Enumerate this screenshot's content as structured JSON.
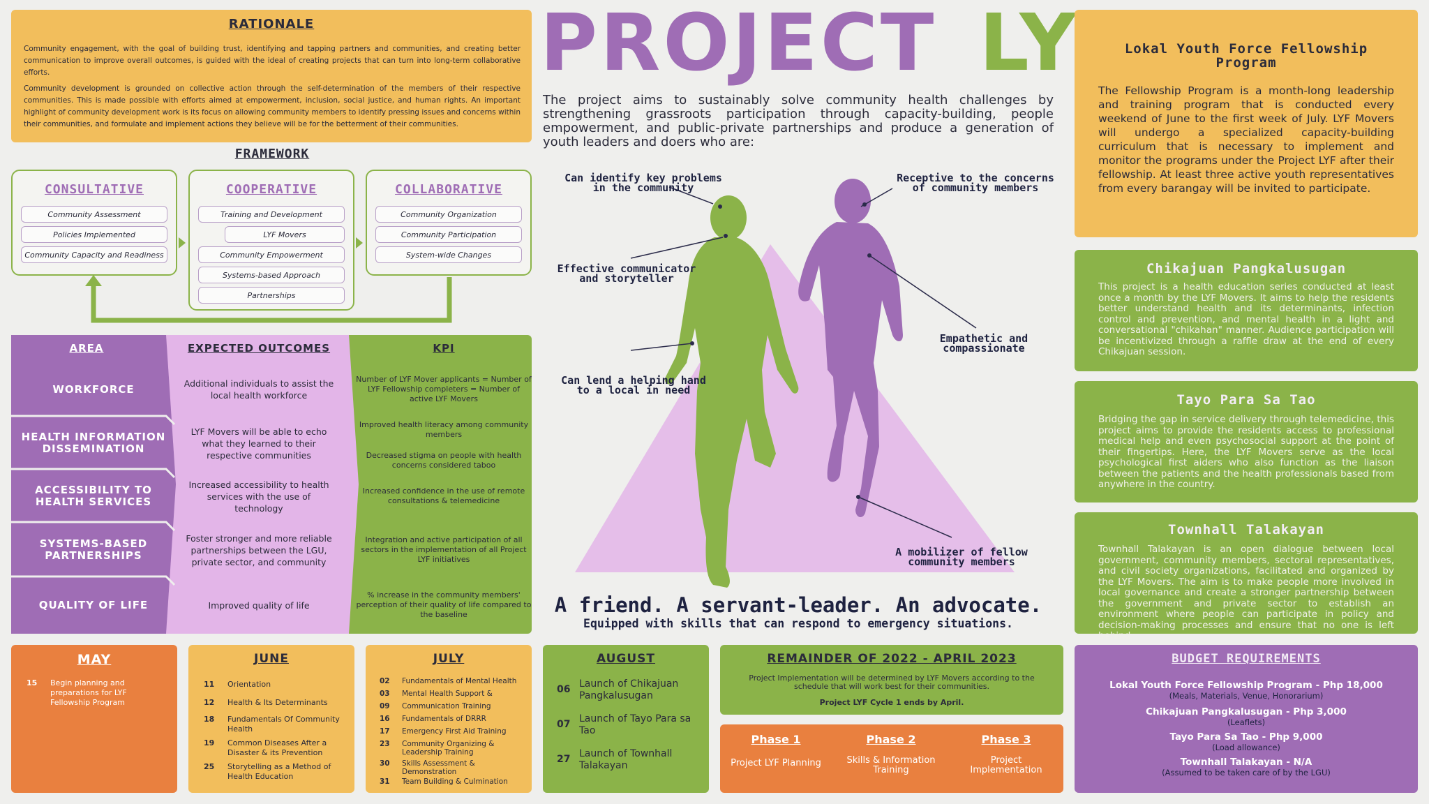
{
  "title": {
    "part1": "PROJECT",
    "part2": "LYF"
  },
  "intro": "The project aims to sustainably solve community health challenges by strengthening grassroots participation through capacity-building, people empowerment, and public-private partnerships and produce a generation of youth leaders and doers who are:",
  "rationale": {
    "title": "RATIONALE",
    "p1": "Community engagement, with the goal of building trust, identifying and tapping partners and communities, and creating better communication to improve overall outcomes, is guided with the ideal of creating projects that can turn into long-term collaborative efforts.",
    "p2": "Community development is grounded on collective action through the self-determination of the members of their respective communities. This is made possible with efforts aimed at empowerment, inclusion, social justice, and human rights. An important highlight of community development work is its focus on allowing community members to identify pressing issues and concerns within their communities, and formulate and implement actions they believe will be for the betterment of their communities."
  },
  "framework": {
    "title": "FRAMEWORK",
    "boxes": [
      {
        "title": "CONSULTATIVE",
        "items": [
          "Community Assessment",
          "Policies Implemented",
          "Community Capacity and Readiness"
        ]
      },
      {
        "title": "COOPERATIVE",
        "items": [
          "Training and Development",
          "LYF Movers",
          "Community Empowerment",
          "Systems-based Approach",
          "Partnerships"
        ]
      },
      {
        "title": "COLLABORATIVE",
        "items": [
          "Community Organization",
          "Community Participation",
          "System-wide Changes"
        ]
      }
    ]
  },
  "table": {
    "headers": [
      "AREA",
      "EXPECTED OUTCOMES",
      "KPI"
    ],
    "rows": [
      {
        "area": "WORKFORCE",
        "outcome": "Additional individuals to assist the local health workforce",
        "kpi": [
          "Number of LYF Mover applicants = Number of LYF Fellowship completers = Number of active LYF Movers"
        ]
      },
      {
        "area": "HEALTH INFORMATION DISSEMINATION",
        "outcome": "LYF Movers will be able to echo what they learned to their respective communities",
        "kpi": [
          "Improved health literacy among community members",
          "Decreased stigma on people with health concerns considered taboo"
        ]
      },
      {
        "area": "ACCESSIBILITY TO HEALTH SERVICES",
        "outcome": "Increased accessibility to health services with the use of technology",
        "kpi": [
          "Increased confidence in the use of remote consultations & telemedicine"
        ]
      },
      {
        "area": "SYSTEMS-BASED PARTNERSHIPS",
        "outcome": "Foster stronger and more reliable partnerships between the LGU, private sector, and community",
        "kpi": [
          "Integration and active participation of all sectors in the implementation of all Project LYF initiatives"
        ]
      },
      {
        "area": "QUALITY OF LIFE",
        "outcome": "Improved quality of life",
        "kpi": [
          "% increase in the community members' perception of their quality of life compared to the baseline"
        ]
      }
    ]
  },
  "traits": {
    "t1": "Can identify key problems in the community",
    "t2": "Effective communicator and storyteller",
    "t3": "Can lend a helping hand to a local in need",
    "t4": "Receptive to the concerns of community members",
    "t5": "Empathetic and compassionate",
    "t6": "A mobilizer of fellow community members"
  },
  "tagline": "A friend. A servant-leader. An advocate.",
  "subtagline": "Equipped with skills that can respond to emergency situations.",
  "programs": {
    "fellowship": {
      "title": "Lokal Youth Force Fellowship Program",
      "text": "The Fellowship Program is a month-long leadership and training program that is conducted every weekend of June to the first week of July. LYF Movers will undergo a specialized capacity-building curriculum that is necessary to implement and monitor the programs under the Project LYF after their fellowship. At least three active youth representatives from every barangay will be invited to participate."
    },
    "chikajuan": {
      "title": "Chikajuan Pangkalusugan",
      "text": "This project is a health education series conducted at least once a month by the LYF Movers. It aims to help the residents better understand health and its determinants, infection control and prevention, and mental health in a light and conversational \"chikahan\" manner. Audience participation will be incentivized through a raffle draw at the end of every Chikajuan session."
    },
    "tayo": {
      "title": "Tayo Para Sa Tao",
      "text": "Bridging the gap in service delivery through telemedicine, this project aims to provide the residents access to professional medical help and even psychosocial support at the point of their fingertips. Here, the LYF Movers serve as the local psychological first aiders who also function as the liaison between the patients and the health professionals based from anywhere in the country."
    },
    "townhall": {
      "title": "Townhall Talakayan",
      "text": "Townhall Talakayan is an open dialogue between local government, community members, sectoral representatives, and civil society organizations, facilitated and organized by the LYF Movers. The aim is to make people more involved in local governance and create a stronger partnership between the government and private sector to establish an environment where people can participate in policy and decision-making processes and ensure that no one is left behind."
    }
  },
  "schedule": {
    "may": {
      "title": "MAY",
      "items": [
        {
          "d": "15",
          "t": "Begin planning and preparations for LYF Fellowship Program"
        }
      ]
    },
    "june": {
      "title": "JUNE",
      "items": [
        {
          "d": "11",
          "t": "Orientation"
        },
        {
          "d": "12",
          "t": "Health & Its Determinants"
        },
        {
          "d": "18",
          "t": "Fundamentals Of Community Health"
        },
        {
          "d": "19",
          "t": "Common Diseases After a Disaster & its Prevention"
        },
        {
          "d": "25",
          "t": "Storytelling as a Method of Health Education"
        }
      ]
    },
    "july": {
      "title": "JULY",
      "items": [
        {
          "d": "02",
          "t": "Fundamentals of Mental Health"
        },
        {
          "d": "03",
          "t": "Mental Health Support &"
        },
        {
          "d": "09",
          "t": "Communication Training"
        },
        {
          "d": "16",
          "t": "Fundamentals of DRRR"
        },
        {
          "d": "17",
          "t": "Emergency First Aid Training"
        },
        {
          "d": "23",
          "t": "Community Organizing & Leadership Training"
        },
        {
          "d": "30",
          "t": "Skills Assessment & Demonstration"
        },
        {
          "d": "31",
          "t": "Team Building & Culmination"
        }
      ]
    },
    "august": {
      "title": "AUGUST",
      "items": [
        {
          "d": "06",
          "t": "Launch of Chikajuan Pangkalusugan"
        },
        {
          "d": "07",
          "t": "Launch of Tayo Para sa Tao"
        },
        {
          "d": "27",
          "t": "Launch of Townhall Talakayan"
        }
      ]
    },
    "remainder": {
      "title": "REMAINDER OF 2022 - APRIL 2023",
      "text": "Project Implementation will be determined by LYF Movers according to the schedule that will work best for their communities.",
      "note": "Project LYF Cycle 1 ends by April."
    },
    "phases": [
      {
        "title": "Phase 1",
        "text": "Project LYF Planning"
      },
      {
        "title": "Phase 2",
        "text": "Skills & Information Training"
      },
      {
        "title": "Phase 3",
        "text": "Project Implementation"
      }
    ]
  },
  "budget": {
    "title": "BUDGET REQUIREMENTS",
    "items": [
      {
        "name": "Lokal Youth Force Fellowship Program - Php 18,000",
        "note": "(Meals, Materials, Venue, Honorarium)"
      },
      {
        "name": "Chikajuan Pangkalusugan - Php 3,000",
        "note": "(Leaflets)"
      },
      {
        "name": "Tayo Para Sa Tao - Php 9,000",
        "note": "(Load allowance)"
      },
      {
        "name": "Townhall Talakayan - N/A",
        "note": "(Assumed to be taken care of by the LGU)"
      }
    ]
  },
  "colors": {
    "purple": "#9f6db5",
    "green": "#8bb349",
    "yellow": "#f2be5c",
    "orange": "#e9803f",
    "pink": "#e3b5e8"
  }
}
